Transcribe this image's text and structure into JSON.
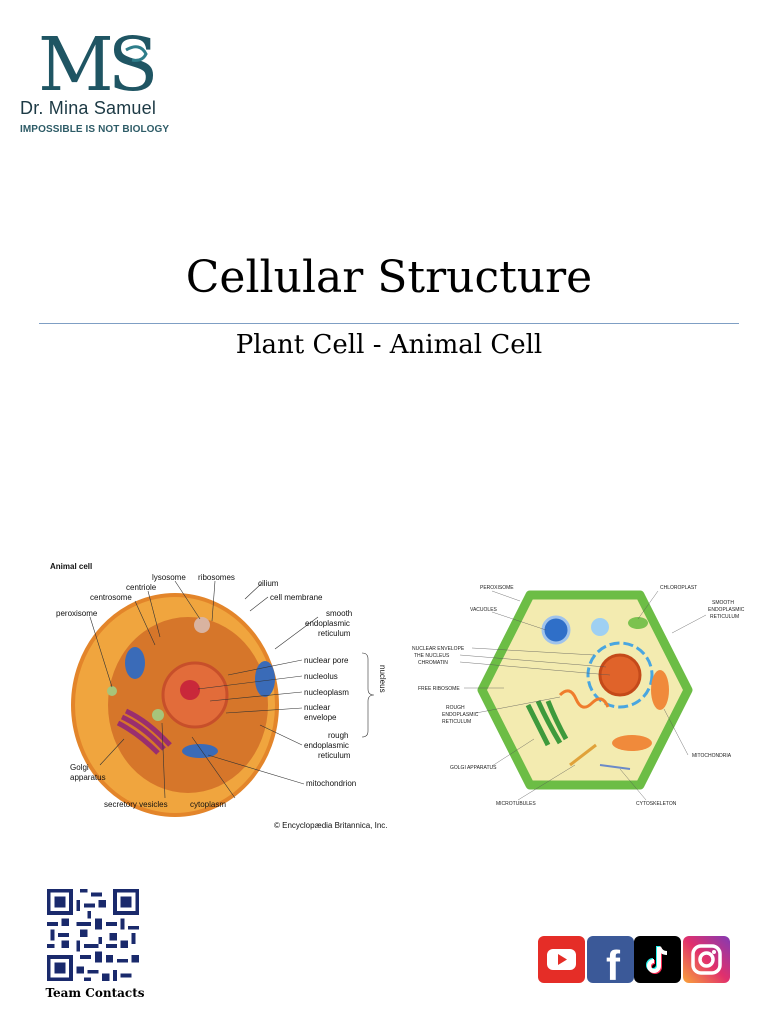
{
  "logo": {
    "monogram": "MS",
    "name": "Dr. Mina Samuel",
    "tagline": "IMPOSSIBLE IS NOT BIOLOGY"
  },
  "document": {
    "title": "Cellular Structure",
    "subtitle": "Plant Cell - Animal Cell"
  },
  "animal_cell": {
    "heading": "Animal cell",
    "labels": {
      "lysosome": "lysosome",
      "ribosomes": "ribosomes",
      "centriole": "centriole",
      "cilium": "cilium",
      "cell_membrane": "cell membrane",
      "centrosome": "centrosome",
      "peroxisome": "peroxisome",
      "smooth_er_1": "smooth",
      "smooth_er_2": "endoplasmic",
      "smooth_er_3": "reticulum",
      "nuclear_pore": "nuclear pore",
      "nucleolus": "nucleolus",
      "nucleoplasm": "nucleoplasm",
      "nuclear_envelope_1": "nuclear",
      "nuclear_envelope_2": "envelope",
      "nucleus": "nucleus",
      "rough_er_1": "rough",
      "rough_er_2": "endoplasmic",
      "rough_er_3": "reticulum",
      "golgi_1": "Golgi",
      "golgi_2": "apparatus",
      "mitochondrion": "mitochondrion",
      "secretory_vesicles": "secretory vesicles",
      "cytoplasm": "cytoplasm"
    },
    "credit": "© Encyclopædia Britannica, Inc."
  },
  "plant_cell": {
    "labels": {
      "peroxisome": "PEROXISOME",
      "chloroplast": "CHLOROPLAST",
      "vacuoles": "VACUOLES",
      "smooth_er_1": "SMOOTH",
      "smooth_er_2": "ENDOPLASMIC",
      "smooth_er_3": "RETICULUM",
      "nuclear_envelope": "NUCLEAR ENVELOPE",
      "the_nucleus": "THE NUCLEUS",
      "chromatin": "CHROMATIN",
      "free_ribosome": "FREE RIBOSOME",
      "rough_er_1": "ROUGH",
      "rough_er_2": "ENDOPLASMIC",
      "rough_er_3": "RETICULUM",
      "mitochondria": "MITOCHONDRIA",
      "golgi": "GOLGI APPARATUS",
      "microtubules": "MICROTUBULES",
      "cytoskeleton": "CYTOSKELETON"
    }
  },
  "footer": {
    "qr_label": "Team Contacts",
    "social": [
      {
        "name": "youtube",
        "icon": "youtube-icon",
        "color": "#e52d27"
      },
      {
        "name": "facebook",
        "icon": "facebook-icon",
        "color": "#3b5998",
        "glyph": "f"
      },
      {
        "name": "tiktok",
        "icon": "tiktok-icon",
        "color": "#000000"
      },
      {
        "name": "instagram",
        "icon": "instagram-icon",
        "color": "#e1306c"
      }
    ]
  },
  "colors": {
    "logo_teal": "#1f5563",
    "rule": "#7f9fc4",
    "plant_wall": "#6cbd45",
    "plant_cytoplasm": "#f3ebb0",
    "animal_cell": "#e8952e"
  }
}
